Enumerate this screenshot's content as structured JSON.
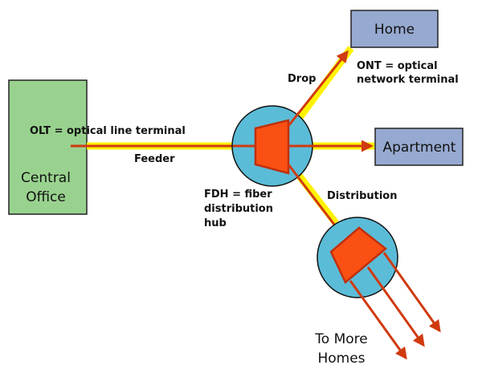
{
  "diagram": {
    "nodes": {
      "central_office": {
        "line1": "Central",
        "line2": "Office"
      },
      "home": {
        "label": "Home"
      },
      "apartment": {
        "label": "Apartment"
      }
    },
    "labels": {
      "olt": "OLT = optical line terminal",
      "feeder": "Feeder",
      "drop": "Drop",
      "ont_line1": "ONT = optical",
      "ont_line2": "network terminal",
      "fdh_line1": "FDH = fiber",
      "fdh_line2": "distribution",
      "fdh_line3": "hub",
      "distribution": "Distribution",
      "more_line1": "To More",
      "more_line2": "Homes"
    },
    "colors": {
      "office_fill": "#99d28f",
      "box_fill": "#96a9d0",
      "hub_fill": "#5bbcd8",
      "splitter_fill": "#fb5013",
      "fiber_red": "#d03a0f",
      "fiber_glow": "#fff200"
    }
  }
}
